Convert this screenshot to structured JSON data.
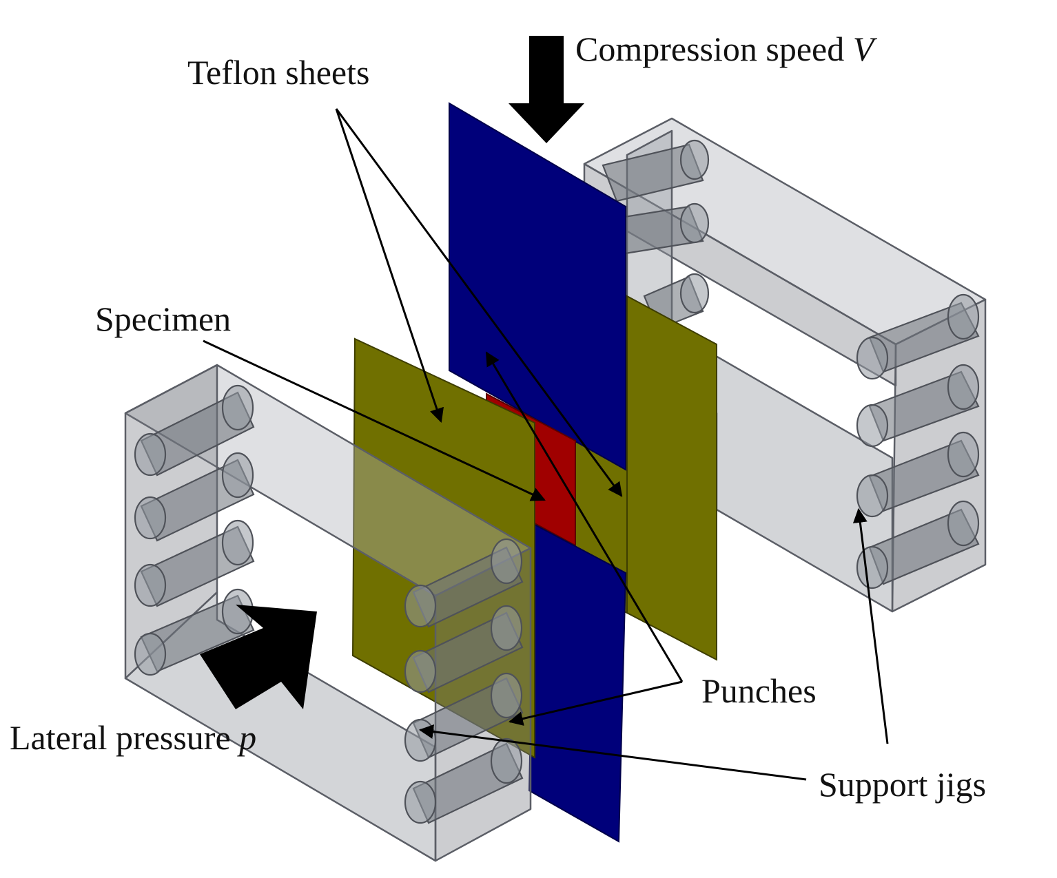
{
  "labels": {
    "compression_prefix": "Compression speed ",
    "compression_symbol": "V",
    "teflon": "Teflon sheets",
    "specimen": "Specimen",
    "punches": "Punches",
    "lateral_prefix": "Lateral pressure ",
    "lateral_symbol": "p",
    "support": "Support jigs"
  },
  "colors": {
    "punch": "#00007a",
    "teflon": "#707000",
    "specimen": "#a00000",
    "arrow": "#000000"
  }
}
